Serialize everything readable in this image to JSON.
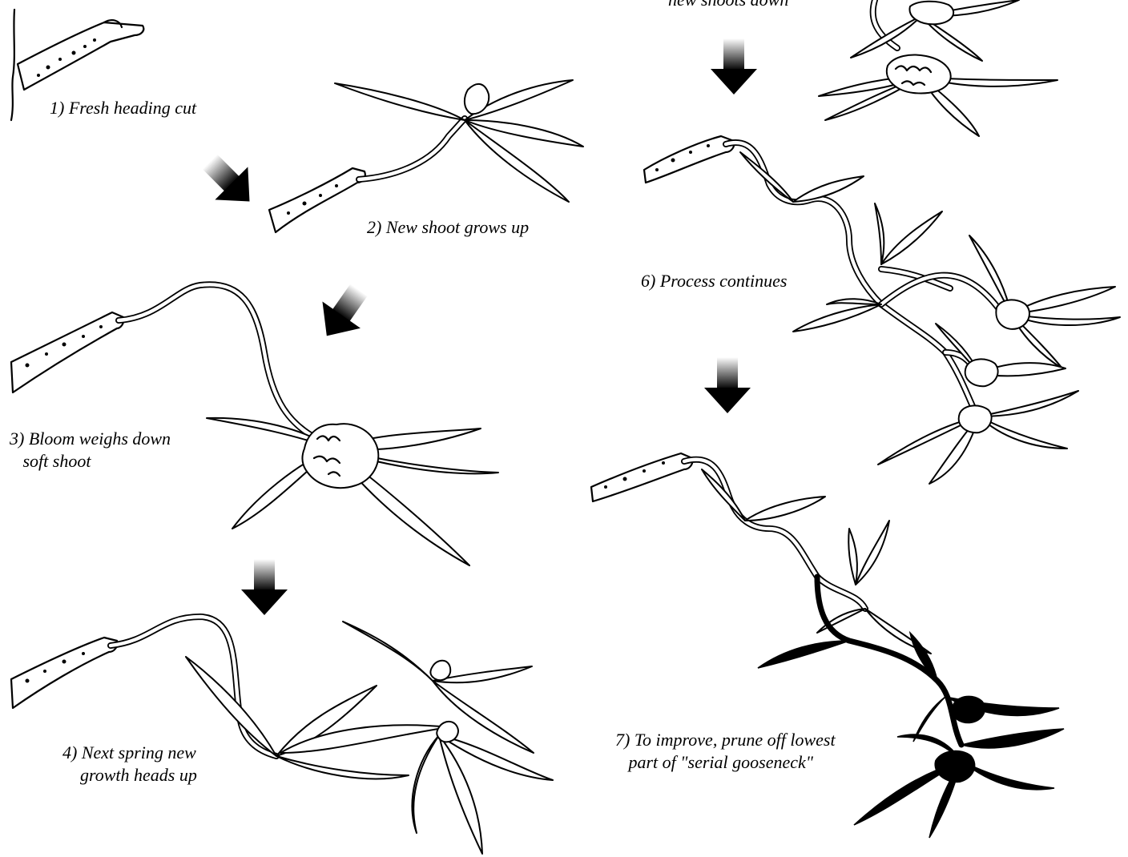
{
  "diagram": {
    "steps": [
      {
        "id": 1,
        "caption": "1) Fresh heading cut"
      },
      {
        "id": 2,
        "caption": "2) New shoot grows up"
      },
      {
        "id": 3,
        "caption": "3) Bloom weighs down\n   soft shoot"
      },
      {
        "id": 4,
        "caption": "4) Next spring new\n    growth heads up"
      },
      {
        "id": 5,
        "caption": "new shoots down"
      },
      {
        "id": 6,
        "caption": "6) Process continues"
      },
      {
        "id": 7,
        "caption": "7) To improve, prune off lowest\n   part of \"serial gooseneck\""
      }
    ],
    "arrow_color": "#000000",
    "arrow_icon": "down-arrow-icon"
  }
}
